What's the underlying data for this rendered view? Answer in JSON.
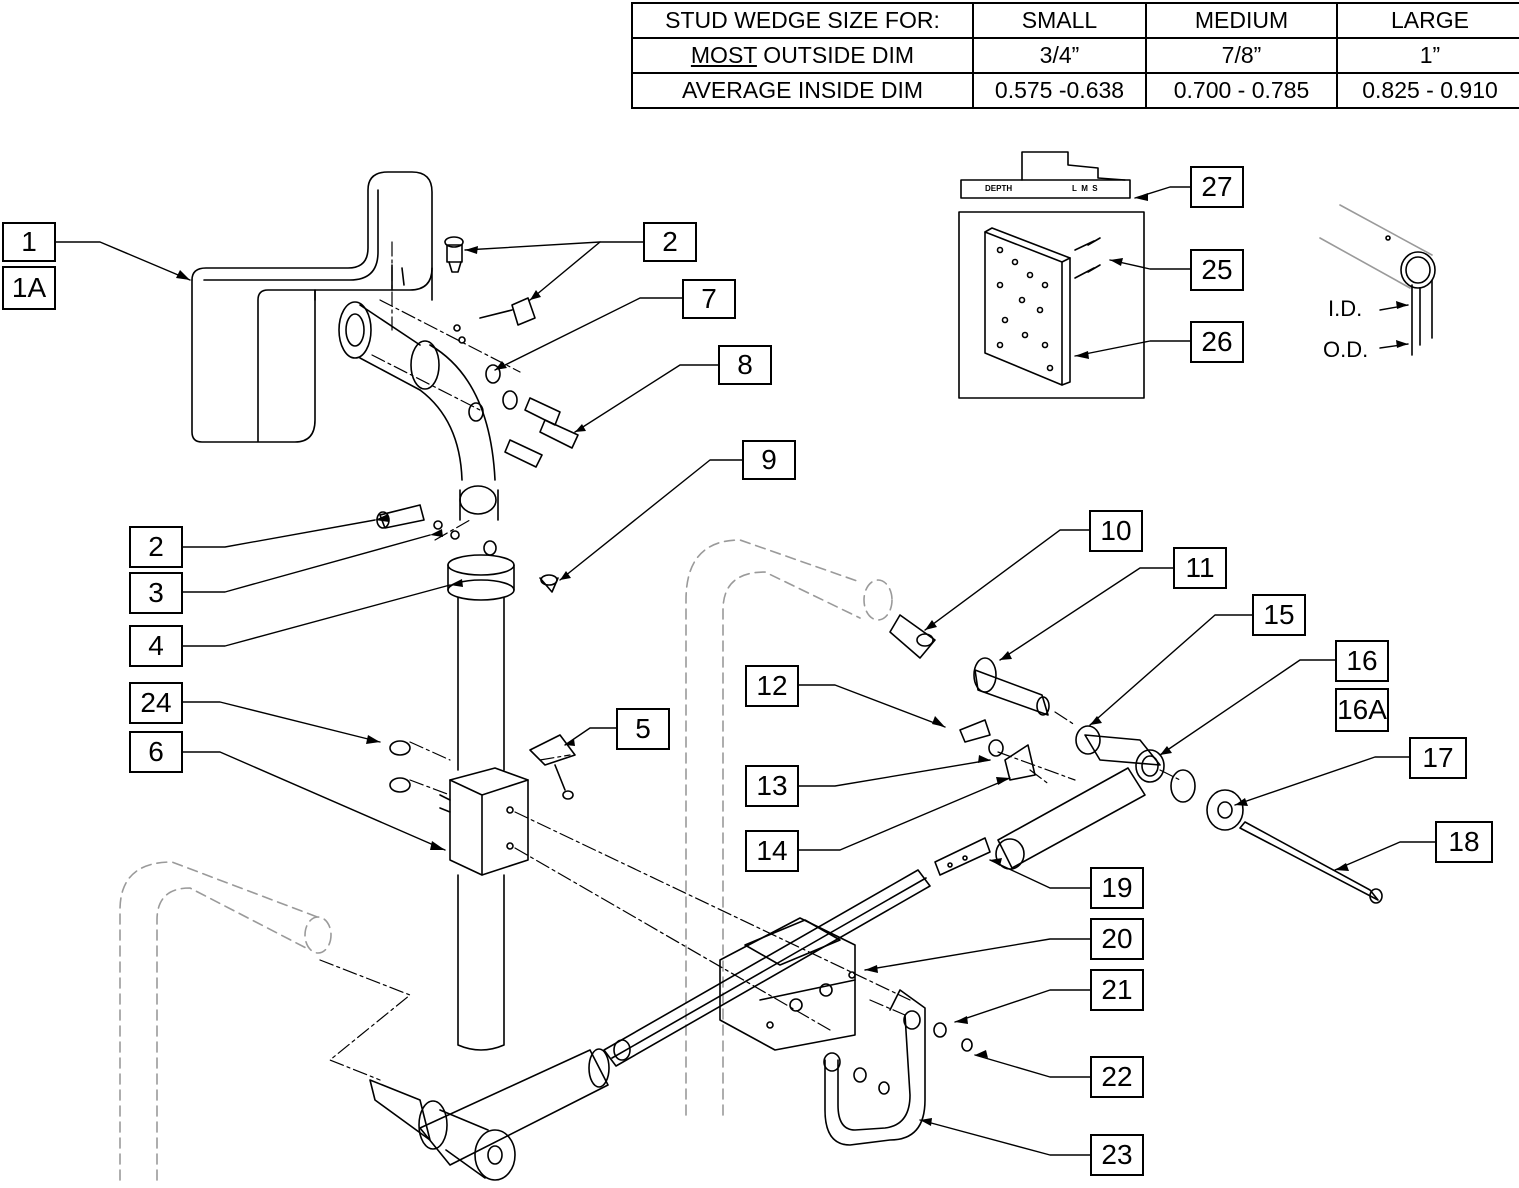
{
  "size_table": {
    "header": [
      "STUD WEDGE SIZE FOR:",
      "SMALL",
      "MEDIUM",
      "LARGE"
    ],
    "rows": [
      {
        "label_underlined": "MOST",
        "label_rest": " OUTSIDE DIM",
        "values": [
          "3/4”",
          "7/8”",
          "1”"
        ]
      },
      {
        "label": "AVERAGE INSIDE DIM",
        "values": [
          "0.575 -0.638",
          "0.700 - 0.785",
          "0.825 - 0.910"
        ]
      }
    ]
  },
  "callouts": {
    "c1": "1",
    "c1a": "1A",
    "c2a": "2",
    "c2b": "2",
    "c3": "3",
    "c4": "4",
    "c5": "5",
    "c6": "6",
    "c7": "7",
    "c8": "8",
    "c9": "9",
    "c10": "10",
    "c11": "11",
    "c12": "12",
    "c13": "13",
    "c14": "14",
    "c15": "15",
    "c16": "16",
    "c16a": "16A",
    "c17": "17",
    "c18": "18",
    "c19": "19",
    "c20": "20",
    "c21": "21",
    "c22": "22",
    "c23": "23",
    "c24": "24",
    "c25": "25",
    "c26": "26",
    "c27": "27"
  },
  "tube_labels": {
    "id": "I.D.",
    "od": "O.D."
  },
  "depth_gauge": {
    "depth": "DEPTH",
    "sizes": "L  M  S"
  },
  "colors": {
    "line": "#000000",
    "phantom": "#9a9a9a"
  }
}
